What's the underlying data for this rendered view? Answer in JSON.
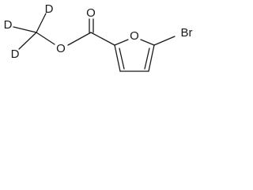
{
  "structure": {
    "atom_labels": {
      "deuterium_1": "D",
      "deuterium_2": "D",
      "deuterium_3": "D",
      "ester_oxygen": "O",
      "carbonyl_oxygen": "O",
      "ring_oxygen": "O",
      "bromine": "Br"
    }
  }
}
